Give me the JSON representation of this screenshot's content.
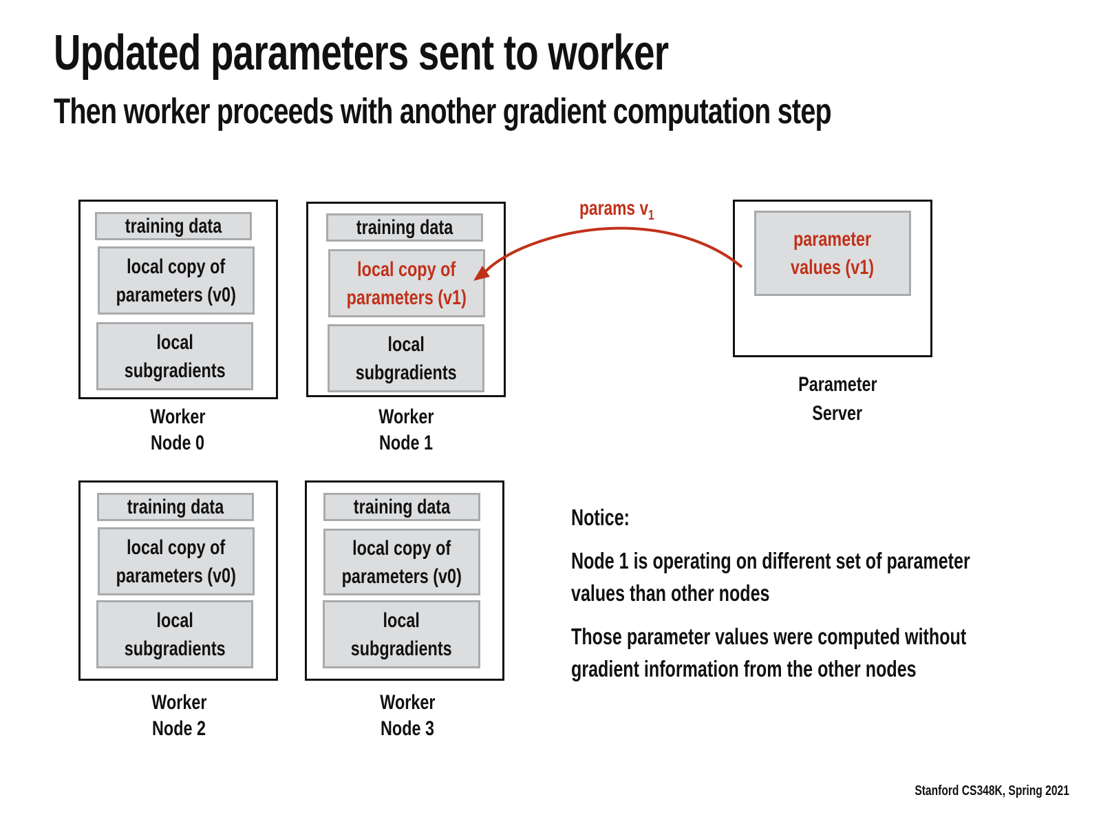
{
  "title": "Updated parameters sent to worker",
  "subtitle": "Then worker proceeds with another gradient computation step",
  "workers": [
    {
      "label1": "Worker",
      "label2": "Node 0",
      "training": "training data",
      "copy1": "local copy of",
      "copy2": "parameters (v0)",
      "sub1": "local",
      "sub2": "subgradients"
    },
    {
      "label1": "Worker",
      "label2": "Node 1",
      "training": "training data",
      "copy1": "local copy of",
      "copy2": "parameters (v1)",
      "sub1": "local",
      "sub2": "subgradients"
    },
    {
      "label1": "Worker",
      "label2": "Node 2",
      "training": "training data",
      "copy1": "local copy of",
      "copy2": "parameters (v0)",
      "sub1": "local",
      "sub2": "subgradients"
    },
    {
      "label1": "Worker",
      "label2": "Node 3",
      "training": "training data",
      "copy1": "local copy of",
      "copy2": "parameters (v0)",
      "sub1": "local",
      "sub2": "subgradients"
    }
  ],
  "server": {
    "value1": "parameter",
    "value2": "values (v1)",
    "label1": "Parameter",
    "label2": "Server"
  },
  "arrow": {
    "label": "params v",
    "subscript": "1"
  },
  "notice": {
    "heading": "Notice:",
    "line1a": "Node 1 is operating on different set of parameter",
    "line1b": "values than other nodes",
    "line2a": "Those parameter values were computed without",
    "line2b": "gradient information from the other nodes"
  },
  "footer": "Stanford CS348K, Spring 2021",
  "colors": {
    "accent": "#c0311a",
    "box_fill": "#dcdddf",
    "box_border": "#a9aaac"
  }
}
